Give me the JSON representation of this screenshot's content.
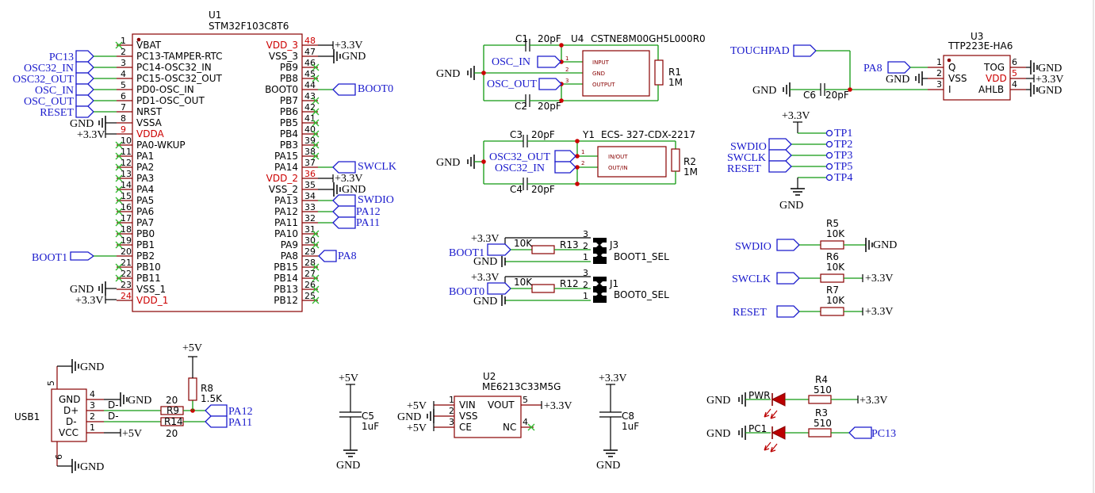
{
  "u1": {
    "ref": "U1",
    "part": "STM32F103C8T6",
    "left_pins": [
      {
        "num": "1",
        "name": "VBAT"
      },
      {
        "num": "2",
        "name": "PC13-TAMPER-RTC"
      },
      {
        "num": "3",
        "name": "PC14-OSC32_IN"
      },
      {
        "num": "4",
        "name": "PC15-OSC32_OUT"
      },
      {
        "num": "5",
        "name": "PD0-OSC_IN"
      },
      {
        "num": "6",
        "name": "PD1-OSC_OUT"
      },
      {
        "num": "7",
        "name": "NRST"
      },
      {
        "num": "8",
        "name": "VSSA"
      },
      {
        "num": "9",
        "name": "VDDA"
      },
      {
        "num": "10",
        "name": "PA0-WKUP"
      },
      {
        "num": "11",
        "name": "PA1"
      },
      {
        "num": "12",
        "name": "PA2"
      },
      {
        "num": "13",
        "name": "PA3"
      },
      {
        "num": "14",
        "name": "PA4"
      },
      {
        "num": "15",
        "name": "PA5"
      },
      {
        "num": "16",
        "name": "PA6"
      },
      {
        "num": "17",
        "name": "PA7"
      },
      {
        "num": "18",
        "name": "PB0"
      },
      {
        "num": "19",
        "name": "PB1"
      },
      {
        "num": "20",
        "name": "PB2"
      },
      {
        "num": "21",
        "name": "PB10"
      },
      {
        "num": "22",
        "name": "PB11"
      },
      {
        "num": "23",
        "name": "VSS_1"
      },
      {
        "num": "24",
        "name": "VDD_1"
      }
    ],
    "right_pins": [
      {
        "num": "48",
        "name": "VDD_3"
      },
      {
        "num": "47",
        "name": "VSS_3"
      },
      {
        "num": "46",
        "name": "PB9"
      },
      {
        "num": "45",
        "name": "PB8"
      },
      {
        "num": "44",
        "name": "BOOT0"
      },
      {
        "num": "43",
        "name": "PB7"
      },
      {
        "num": "42",
        "name": "PB6"
      },
      {
        "num": "41",
        "name": "PB5"
      },
      {
        "num": "40",
        "name": "PB4"
      },
      {
        "num": "39",
        "name": "PB3"
      },
      {
        "num": "38",
        "name": "PA15"
      },
      {
        "num": "37",
        "name": "PA14"
      },
      {
        "num": "36",
        "name": "VDD_2"
      },
      {
        "num": "35",
        "name": "VSS_2"
      },
      {
        "num": "34",
        "name": "PA13"
      },
      {
        "num": "33",
        "name": "PA12"
      },
      {
        "num": "32",
        "name": "PA11"
      },
      {
        "num": "31",
        "name": "PA10"
      },
      {
        "num": "30",
        "name": "PA9"
      },
      {
        "num": "29",
        "name": "PA8"
      },
      {
        "num": "28",
        "name": "PB15"
      },
      {
        "num": "27",
        "name": "PB14"
      },
      {
        "num": "26",
        "name": "PB13"
      },
      {
        "num": "25",
        "name": "PB12"
      }
    ],
    "left_nets": [
      "PC13",
      "OSC32_IN",
      "OSC32_OUT",
      "OSC_IN",
      "OSC_OUT",
      "RESET"
    ],
    "boot1_net": "BOOT1",
    "boot0_net": "BOOT0",
    "swclk_net": "SWCLK",
    "swdio_net": "SWDIO",
    "pa12_net": "PA12",
    "pa11_net": "PA11",
    "pa8_net": "PA8"
  },
  "power": {
    "gnd": "GND",
    "v33": "+3.3V",
    "v5": "+5V"
  },
  "u4": {
    "ref": "U4",
    "part": "CSTNE8M00GH5L000R0",
    "pins": [
      "INPUT",
      "GND",
      "OUTPUT"
    ],
    "pin_nums": [
      "1",
      "2",
      "3"
    ],
    "c1": "C1",
    "c1_val": "20pF",
    "c2": "C2",
    "c2_val": "20pF",
    "r1": "R1",
    "r1_val": "1M",
    "net_in": "OSC_IN",
    "net_out": "OSC_OUT"
  },
  "y1": {
    "ref": "Y1",
    "part": "ECS- 327-CDX-2217",
    "pins": [
      "IN/OUT",
      "OUT/IN"
    ],
    "pin_nums": [
      "1",
      "2"
    ],
    "c3": "C3",
    "c3_val": "20pF",
    "c4": "C4",
    "c4_val": "20pF",
    "r2": "R2",
    "r2_val": "1M",
    "net_out": "OSC32_OUT",
    "net_in": "OSC32_IN"
  },
  "jumpers": {
    "r13": "R13",
    "r13_val": "10K",
    "j3": "J3",
    "j3_label": "BOOT1_SEL",
    "boot1": "BOOT1",
    "r12": "R12",
    "r12_val": "10K",
    "j1": "J1",
    "j1_label": "BOOT0_SEL",
    "boot0": "BOOT0",
    "pin_nums": [
      "3",
      "2",
      "1"
    ]
  },
  "u3": {
    "ref": "U3",
    "part": "TTP223E-HA6",
    "left": [
      {
        "num": "1",
        "name": "Q"
      },
      {
        "num": "2",
        "name": "VSS"
      },
      {
        "num": "3",
        "name": "I"
      }
    ],
    "right": [
      {
        "num": "6",
        "name": "TOG"
      },
      {
        "num": "5",
        "name": "VDD"
      },
      {
        "num": "4",
        "name": "AHLB"
      }
    ],
    "touchpad": "TOUCHPAD",
    "c6": "C6",
    "c6_val": "20pF",
    "pa8": "PA8"
  },
  "testpoints": {
    "nets": [
      "SWDIO",
      "SWCLK",
      "RESET"
    ],
    "tps": [
      "TP1",
      "TP2",
      "TP3",
      "TP5",
      "TP4"
    ]
  },
  "pullups": {
    "r5": "R5",
    "r5_val": "10K",
    "r6": "R6",
    "r6_val": "10K",
    "r7": "R7",
    "r7_val": "10K",
    "nets": [
      "SWDIO",
      "SWCLK",
      "RESET"
    ]
  },
  "usb": {
    "ref": "USB1",
    "pins": [
      "GND",
      "D+",
      "D-",
      "VCC"
    ],
    "pin_nums": [
      "4",
      "3",
      "2",
      "1"
    ],
    "shield": [
      "5",
      "6"
    ],
    "r8": "R8",
    "r8_val": "1.5K",
    "r9": "R9",
    "r9_val": "20",
    "r14": "R14",
    "r14_val": "20",
    "dm": "D-",
    "pa12": "PA12",
    "pa11": "PA11"
  },
  "c5": {
    "ref": "C5",
    "val": "1uF"
  },
  "c8": {
    "ref": "C8",
    "val": "1uF"
  },
  "u2": {
    "ref": "U2",
    "part": "ME6213C33M5G",
    "left": [
      {
        "num": "1",
        "name": "VIN"
      },
      {
        "num": "2",
        "name": "VSS"
      },
      {
        "num": "3",
        "name": "CE"
      }
    ],
    "right": [
      {
        "num": "5",
        "name": "VOUT"
      },
      {
        "num": "4",
        "name": "NC"
      }
    ]
  },
  "leds": {
    "pwr": "PWR",
    "pc1": "PC1",
    "r4": "R4",
    "r4_val": "510",
    "r3": "R3",
    "r3_val": "510",
    "pc13": "PC13"
  }
}
